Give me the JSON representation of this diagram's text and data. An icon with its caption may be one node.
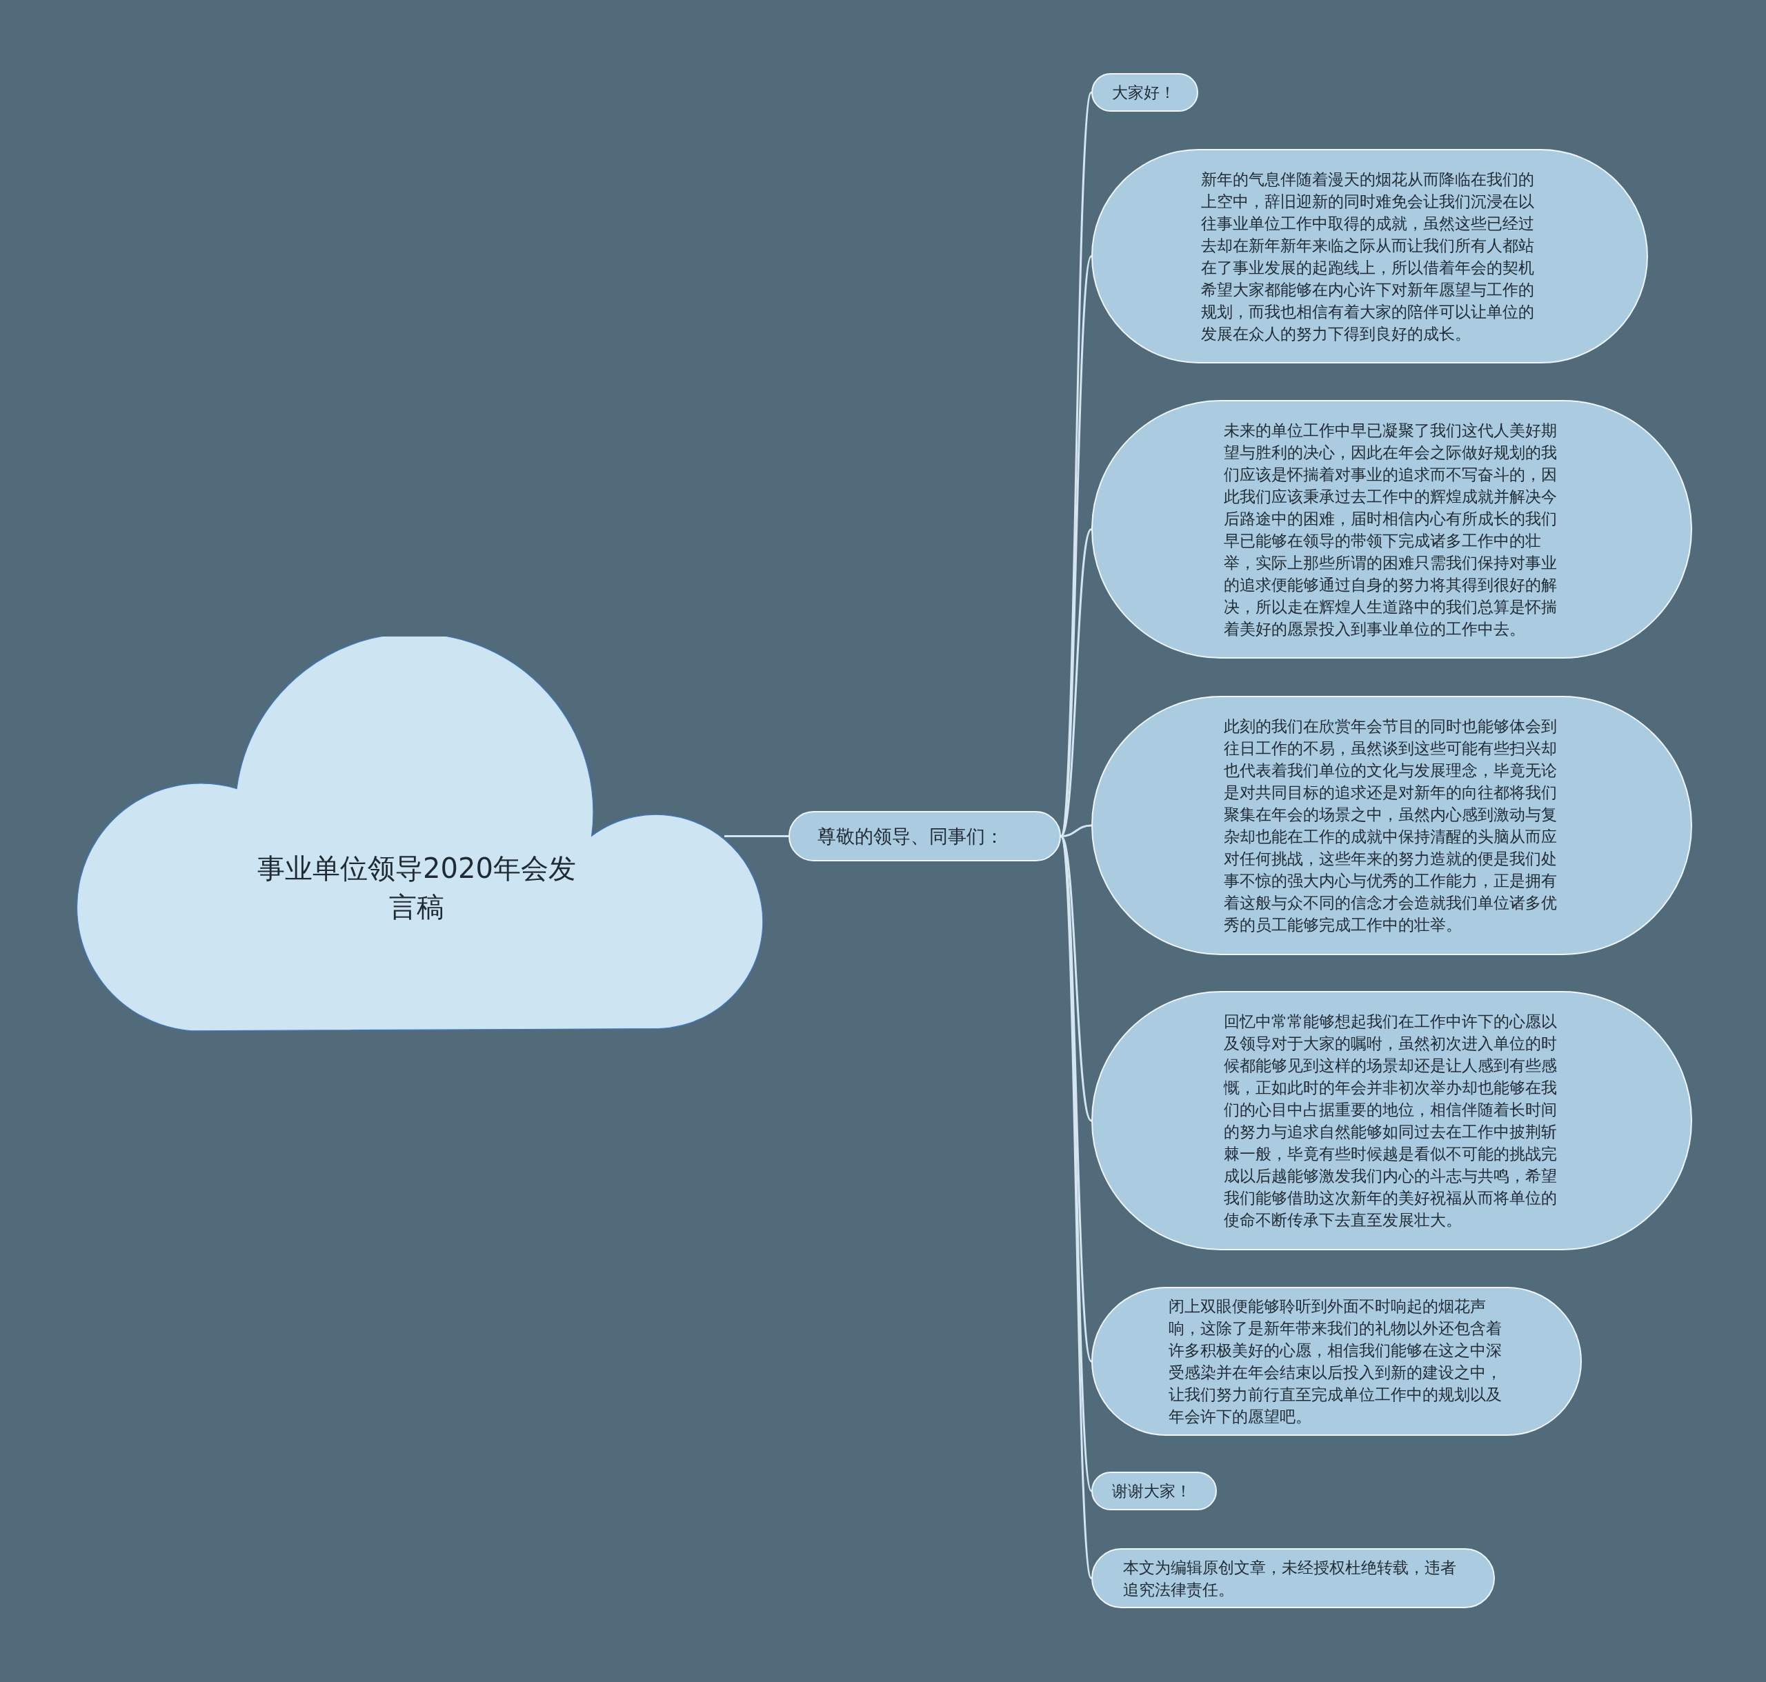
{
  "diagram": {
    "nodes": [
      {
        "text": [
          "事业单位领导2020年会发言稿"
        ]
      },
      {
        "text": [
          "尊敬的领导、同事们："
        ]
      },
      {
        "text": [
          "大家好！"
        ]
      },
      {
        "text": [
          "新年的气息伴随着漫天的烟花从而降临在我们的上空中，辞旧迎新的同时难免会让我们沉浸在以往事业单位工作中取得的成就，虽然这些已经过去却在新年新年来临之际从而让我们所有人都站在了事业发展的起跑线上，所以借着年会的契机希望大家都能够在内心许下对新年愿望与工作的规划，而我也相信有着大家的陪伴可以让单位的发展在众人的努力下得到良好的成长。"
        ]
      },
      {
        "text": [
          "未来的单位工作中早已凝聚了我们这代人美好期望与胜利的决心，因此在年会之际做好规划的我们应该是怀揣着对事业的追求而不写奋斗的，因此我们应该秉承过去工作中的辉煌成就并解决今后路途中的困难，届时相信内心有所成长的我们早已能够在领导的带领下完成诸多工作中的壮举，实际上那些所谓的困难只需我们保持对事业的追求便能够通过自身的努力将其得到很好的解决，所以走在辉煌人生道路中的我们总算是怀揣着美好的愿景投入到事业单位的工作中去。"
        ]
      },
      {
        "text": [
          "此刻的我们在欣赏年会节目的同时也能够体会到往日工作的不易，虽然谈到这些可能有些扫兴却也代表着我们单位的文化与发展理念，毕竟无论是对共同目标的追求还是对新年的向往都将我们聚集在年会的场景之中，虽然内心感到激动与复杂却也能在工作的成就中保持清醒的头脑从而应对任何挑战，这些年来的努力造就的便是我们处事不惊的强大内心与优秀的工作能力，正是拥有着这般与众不同的信念才会造就我们单位诸多优秀的员工能够完成工作中的壮举。"
        ]
      },
      {
        "text": [
          "回忆中常常能够想起我们在工作中许下的心愿以及领导对于大家的嘱咐，虽然初次进入单位的时候都能够见到这样的场景却还是让人感到有些感慨，正如此时的年会并非初次举办却也能够在我们的心目中占据重要的地位，相信伴随着长时间的努力与追求自然能够如同过去在工作中披荆斩棘一般，毕竟有些时候越是看似不可能的挑战完成以后越能够激发我们内心的斗志与共鸣，希望我们能够借助这次新年的美好祝福从而将单位的使命不断传承下去直至发展壮大。"
        ]
      },
      {
        "text": [
          "闭上双眼便能够聆听到外面不时响起的烟花声响，这除了是新年带来我们的礼物以外还包含着许多积极美好的心愿，相信我们能够在这之中深受感染并在年会结束以后投入到新的建设之中，让我们努力前行直至完成单位工作中的规划以及年会许下的愿望吧。"
        ]
      },
      {
        "text": [
          "谢谢大家！"
        ]
      },
      {
        "text": [
          "本文为编辑原创文章，未经授权杜绝转载，违者追究法律责任。"
        ]
      }
    ],
    "edges": [
      {
        "from": 0,
        "to": 1,
        "arrow": "none"
      },
      {
        "from": 1,
        "to": 2,
        "arrow": "none"
      },
      {
        "from": 1,
        "to": 3,
        "arrow": "none"
      },
      {
        "from": 1,
        "to": 4,
        "arrow": "none"
      },
      {
        "from": 1,
        "to": 5,
        "arrow": "none"
      },
      {
        "from": 1,
        "to": 6,
        "arrow": "none"
      },
      {
        "from": 1,
        "to": 7,
        "arrow": "none"
      },
      {
        "from": 1,
        "to": 8,
        "arrow": "none"
      },
      {
        "from": 1,
        "to": 9,
        "arrow": "none"
      }
    ]
  }
}
